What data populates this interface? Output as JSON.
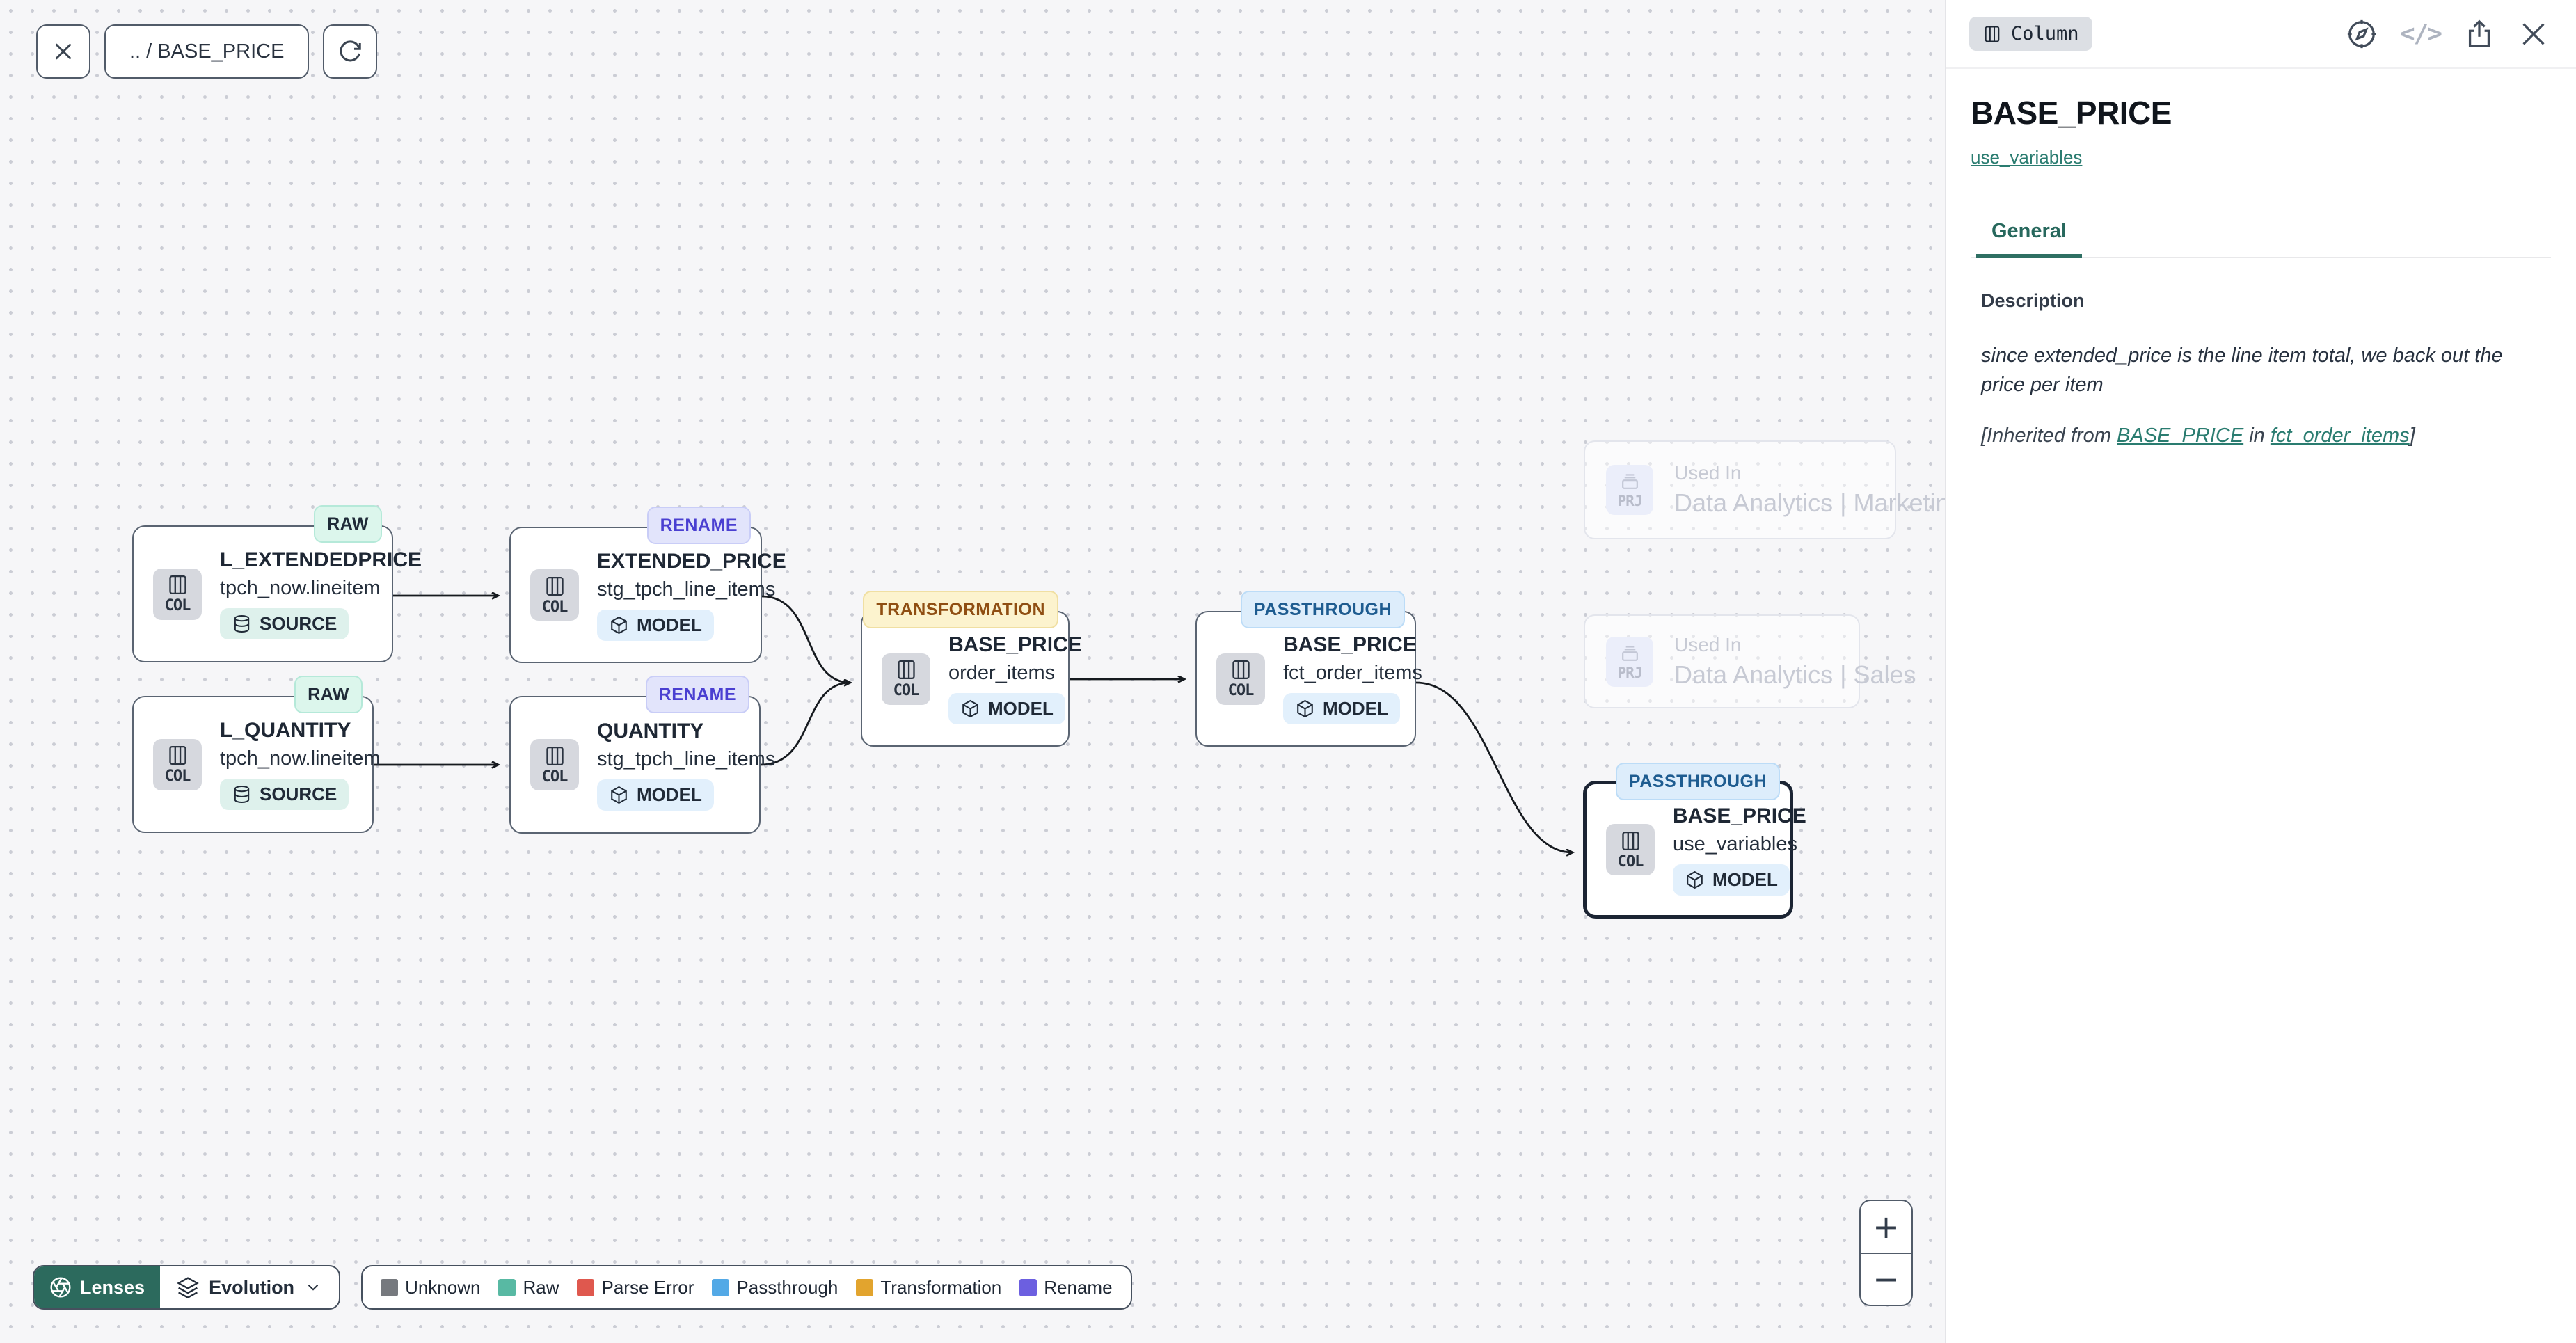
{
  "toolbar": {
    "close_icon": "close",
    "breadcrumb": ".. / BASE_PRICE",
    "refresh_icon": "refresh"
  },
  "graph": {
    "nodes": [
      {
        "id": "l_extendedprice",
        "badge": "RAW",
        "title": "L_EXTENDEDPRICE",
        "subtitle": "tpch_now.lineitem",
        "asset_type": "SOURCE",
        "entity": "COL",
        "selected": false
      },
      {
        "id": "extended_price",
        "badge": "RENAME",
        "title": "EXTENDED_PRICE",
        "subtitle": "stg_tpch_line_items",
        "asset_type": "MODEL",
        "entity": "COL",
        "selected": false
      },
      {
        "id": "l_quantity",
        "badge": "RAW",
        "title": "L_QUANTITY",
        "subtitle": "tpch_now.lineitem",
        "asset_type": "SOURCE",
        "entity": "COL",
        "selected": false
      },
      {
        "id": "quantity",
        "badge": "RENAME",
        "title": "QUANTITY",
        "subtitle": "stg_tpch_line_items",
        "asset_type": "MODEL",
        "entity": "COL",
        "selected": false
      },
      {
        "id": "base_price_order_items",
        "badge": "TRANSFORMATION",
        "title": "BASE_PRICE",
        "subtitle": "order_items",
        "asset_type": "MODEL",
        "entity": "COL",
        "selected": false
      },
      {
        "id": "base_price_fct_order_items",
        "badge": "PASSTHROUGH",
        "title": "BASE_PRICE",
        "subtitle": "fct_order_items",
        "asset_type": "MODEL",
        "entity": "COL",
        "selected": false
      },
      {
        "id": "base_price_use_variables",
        "badge": "PASSTHROUGH",
        "title": "BASE_PRICE",
        "subtitle": "use_variables",
        "asset_type": "MODEL",
        "entity": "COL",
        "selected": true
      }
    ],
    "project_nodes": [
      {
        "id": "marketing",
        "label": "Used In",
        "title": "Data Analytics | Marketing",
        "entity": "PRJ"
      },
      {
        "id": "sales",
        "label": "Used In",
        "title": "Data Analytics | Sales",
        "entity": "PRJ"
      }
    ]
  },
  "badge_styles": {
    "RAW": {
      "bg": "#DCF6EC",
      "border": "#B5E9D9",
      "text": "#1F2B38"
    },
    "RENAME": {
      "bg": "#E2E4FB",
      "border": "#C9CDF7",
      "text": "#4A3FD1"
    },
    "TRANSFORMATION": {
      "bg": "#FCF3CE",
      "border": "#F0DFA2",
      "text": "#8F4E12"
    },
    "PASSTHROUGH": {
      "bg": "#DDEDFB",
      "border": "#BCDCF7",
      "text": "#1E5C90"
    }
  },
  "lenses_bar": {
    "lenses_label": "Lenses",
    "lens_selected": "Evolution",
    "lenses_bg": "#2C6A5D"
  },
  "legend": {
    "items": [
      {
        "label": "Unknown",
        "color": "#76797E"
      },
      {
        "label": "Raw",
        "color": "#58B9A3"
      },
      {
        "label": "Parse Error",
        "color": "#DF584E"
      },
      {
        "label": "Passthrough",
        "color": "#53A9E6"
      },
      {
        "label": "Transformation",
        "color": "#E2A42E"
      },
      {
        "label": "Rename",
        "color": "#6C5FE0"
      }
    ]
  },
  "zoom_controls": {
    "zoom_in": "+",
    "zoom_out": "−"
  },
  "panel": {
    "type_badge": "Column",
    "title": "BASE_PRICE",
    "subtitle_link": "use_variables",
    "accent_color": "#2A7C70",
    "tabs": [
      {
        "label": "General",
        "active": true
      }
    ],
    "description": {
      "label": "Description",
      "body": "since extended_price is the line item total, we back out the price per item",
      "inherited_prefix": "[Inherited from ",
      "inherited_link1": "BASE_PRICE",
      "inherited_mid": " in ",
      "inherited_link2": "fct_order_items",
      "inherited_suffix": "]"
    },
    "header_icons": [
      "compass",
      "code",
      "share",
      "close"
    ]
  }
}
